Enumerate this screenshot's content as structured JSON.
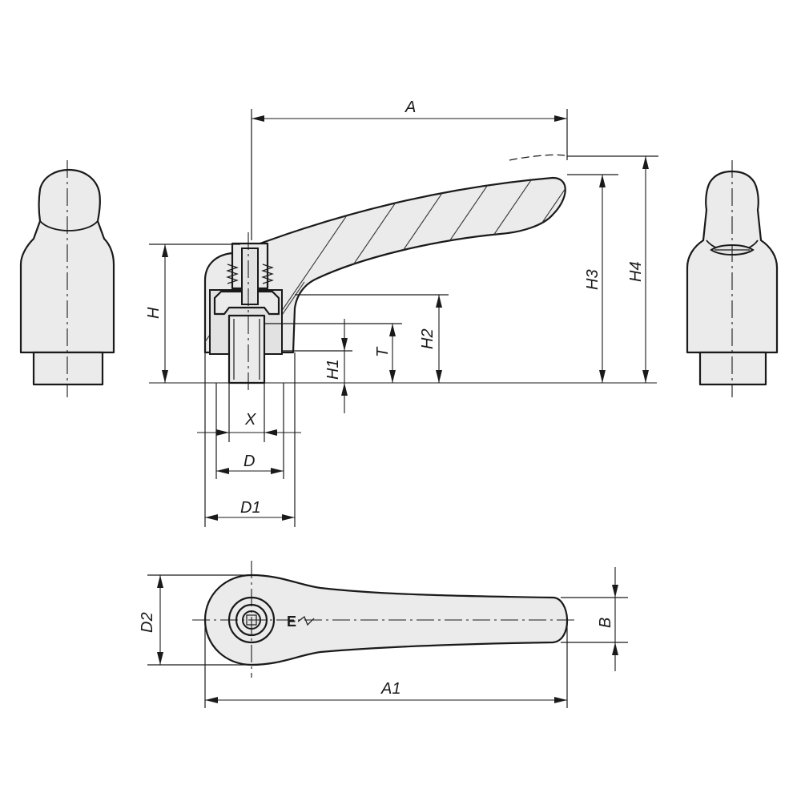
{
  "diagram": {
    "dimension_labels": {
      "A": "A",
      "A1": "A1",
      "B": "B",
      "D": "D",
      "D1": "D1",
      "D2": "D2",
      "H": "H",
      "H1": "H1",
      "H2": "H2",
      "H3": "H3",
      "H4": "H4",
      "T": "T",
      "X": "X"
    },
    "symbol": "E"
  }
}
